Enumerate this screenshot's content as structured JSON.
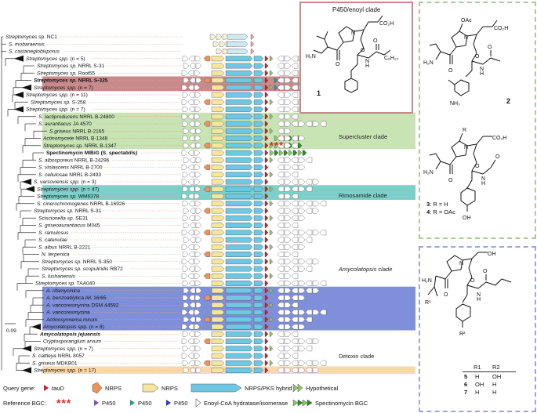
{
  "tree": {
    "scale_label": "0.09",
    "leaves": [
      {
        "label": "Streptomyces sp. NC1",
        "it": [
          0,
          14
        ],
        "bold": false,
        "row": "pale"
      },
      {
        "label": "S. mobaraensis",
        "it": [
          0,
          14
        ],
        "bold": false,
        "row": "pale"
      },
      {
        "label": "S. castaneglobisporus",
        "it": [
          0,
          21
        ],
        "bold": false,
        "row": "pale"
      },
      {
        "label": "Streptomyces spp. (n = 5)",
        "it": [
          0,
          16
        ],
        "bold": false,
        "row": "full",
        "tri": true
      },
      {
        "label": "Streptomyces sp. NRRL S-31",
        "it": [
          0,
          16
        ],
        "bold": false,
        "row": "full"
      },
      {
        "label": "Streptomyces sp. Root55",
        "it": [
          0,
          16
        ],
        "bold": false,
        "row": "full"
      },
      {
        "label": "Streptomyces sp. NRRL S-325",
        "it": [
          0,
          16
        ],
        "bold": true,
        "row": "full"
      },
      {
        "label": "Streptomyces spp. (n = 7)",
        "it": [
          0,
          16
        ],
        "bold": false,
        "row": "full",
        "tri": true
      },
      {
        "label": "Streptomyces spp. (n = 11)",
        "it": [
          0,
          16
        ],
        "bold": false,
        "row": "full",
        "tri": true
      },
      {
        "label": "Streptomyces sp. S-258",
        "it": [
          0,
          16
        ],
        "bold": false,
        "row": "full"
      },
      {
        "label": "Streptomyces spp. (n = 7)",
        "it": [
          0,
          16
        ],
        "bold": false,
        "row": "full",
        "tri": true
      },
      {
        "label": "S. lactiproducens NRRL B-24800",
        "it": [
          0,
          16
        ],
        "bold": false,
        "row": "full"
      },
      {
        "label": "S. aurantiacus JA 4570",
        "it": [
          0,
          15
        ],
        "bold": false,
        "row": "full"
      },
      {
        "label": "S.griseus NRRL B-2165",
        "it": [
          0,
          9
        ],
        "bold": false,
        "row": "half"
      },
      {
        "label": "Actinomycete NRRL B-1348",
        "it": [
          0,
          13
        ],
        "bold": false,
        "row": "full"
      },
      {
        "label": "Streptomyces sp. NRRL B-1347",
        "it": [
          0,
          16
        ],
        "bold": false,
        "row": "full"
      },
      {
        "label": "Spectinomycin MIBiG (S. spectabilis)",
        "it": [
          22,
          37
        ],
        "bold": true,
        "row": "spec"
      },
      {
        "label": "S. albosporeus NRRL B-24296",
        "it": [
          0,
          13
        ],
        "bold": false,
        "row": "full"
      },
      {
        "label": "S. violascens NRRL B-2700",
        "it": [
          0,
          13
        ],
        "bold": false,
        "row": "full"
      },
      {
        "label": "S. cellulosae NRRL B-2493",
        "it": [
          0,
          12
        ],
        "bold": false,
        "row": "full"
      },
      {
        "label": "S. varsoviensis spp. (n = 3)",
        "it": [
          0,
          20
        ],
        "bold": false,
        "row": "full",
        "tri": true
      },
      {
        "label": "Streptomyces spp. (n = 47)",
        "it": [
          0,
          16
        ],
        "bold": false,
        "row": "full",
        "tri": true
      },
      {
        "label": "Streptomyces sp. WM6378",
        "it": [
          0,
          16
        ],
        "bold": false,
        "row": "full"
      },
      {
        "label": "S. cinerochromogenes NRRL B-16926",
        "it": [
          0,
          20
        ],
        "bold": false,
        "row": "full"
      },
      {
        "label": "Streptomyces sp. NRRL S-31",
        "it": [
          0,
          16
        ],
        "bold": false,
        "row": "full"
      },
      {
        "label": "Sciscionella sp. SE31",
        "it": [
          0,
          15
        ],
        "bold": false,
        "row": "full"
      },
      {
        "label": "S. griseoaurantiacus M045",
        "it": [
          0,
          21
        ],
        "bold": false,
        "row": "full"
      },
      {
        "label": "S. ramulosus",
        "it": [
          0,
          12
        ],
        "bold": false,
        "row": "full"
      },
      {
        "label": "S. catenulae",
        "it": [
          0,
          12
        ],
        "bold": false,
        "row": "full"
      },
      {
        "label": "S. albus NRRL B-2221",
        "it": [
          0,
          8
        ],
        "bold": false,
        "row": "full"
      },
      {
        "label": "N. terpenica",
        "it": [
          0,
          12
        ],
        "bold": false,
        "row": "full"
      },
      {
        "label": "Streptomyces sp. NRRL S-350",
        "it": [
          0,
          16
        ],
        "bold": false,
        "row": "full"
      },
      {
        "label": "Streptomyces sp. scopuliridis RB72",
        "it": [
          0,
          29
        ],
        "bold": false,
        "row": "full"
      },
      {
        "label": "S. lushanensis",
        "it": [
          0,
          14
        ],
        "bold": false,
        "row": "full"
      },
      {
        "label": "Streptomyces sp. TAA040",
        "it": [
          0,
          16
        ],
        "bold": false,
        "row": "full"
      },
      {
        "label": "A. rifamycinica",
        "it": [
          0,
          15
        ],
        "bold": false,
        "row": "full"
      },
      {
        "label": "A. benzoatilytica AK 16/65",
        "it": [
          0,
          16
        ],
        "bold": false,
        "row": "full"
      },
      {
        "label": "A. vancoresmycina DSM 44592",
        "it": [
          0,
          16
        ],
        "bold": false,
        "row": "full"
      },
      {
        "label": "A. vancoresmycina",
        "it": [
          0,
          16
        ],
        "bold": false,
        "row": "full"
      },
      {
        "label": "Actinosynnema mirum",
        "it": [
          0,
          19
        ],
        "bold": false,
        "row": "full"
      },
      {
        "label": "Amycolatopsis spp. (n = 8)",
        "it": [
          0,
          16
        ],
        "bold": false,
        "row": "full",
        "tri": true
      },
      {
        "label": "Amycolatopsis jejuensis",
        "it": [
          0,
          23
        ],
        "bold": true,
        "row": "full"
      },
      {
        "label": "Cryptosporangium arvum",
        "it": [
          0,
          22
        ],
        "bold": false,
        "row": "full"
      },
      {
        "label": "Streptomyces spp. (n = 7)",
        "it": [
          0,
          16
        ],
        "bold": false,
        "row": "full",
        "tri": true
      },
      {
        "label": "S. cattleya NRRL 8057",
        "it": [
          0,
          11
        ],
        "bold": false,
        "row": "full"
      },
      {
        "label": "S. griseus MDKB01",
        "it": [
          0,
          10
        ],
        "bold": false,
        "row": "full"
      },
      {
        "label": "Streptomyces spp. (n = 17)",
        "it": [
          0,
          16
        ],
        "bold": false,
        "row": "full",
        "tri": true
      }
    ]
  },
  "clades": {
    "supercluster": "Supercluster clade",
    "rimosamide": "Rimosamide clade",
    "amycolatopsis": "Amycolatopsis clade",
    "detoxin": "Detoxin clade"
  },
  "panel1": {
    "title": "P450/enoyl clade",
    "compound": "1"
  },
  "panel2": {
    "compound": "2"
  },
  "panel2b": {
    "compounds": "3: R = H\n4: R = OAc",
    "c3": "3",
    "r3": ": R = H",
    "c4": "4",
    "r4": ": R = OAc"
  },
  "panel3": {
    "headers": [
      "R1",
      "R2"
    ],
    "rows": [
      [
        "5",
        "H",
        "OH"
      ],
      [
        "6",
        "OH",
        "H"
      ],
      [
        "7",
        "H",
        "H"
      ]
    ]
  },
  "legend": {
    "query_gene": "Query gene:",
    "taud": "tauD",
    "nrps1": "NRPS",
    "nrps2": "NRPS",
    "nrps_pks": "NRPS/PKS hybrid",
    "hypothetical": "Hypothetical",
    "reference_bgc": "Reference BGC:",
    "stars": "***",
    "p450_1": "P450",
    "p450_2": "P450",
    "p450_3": "P450",
    "enoyl": "Enoyl-CoA hydratase/isomerase",
    "spectinomycin": "Spectinomycin BGC"
  },
  "colors": {
    "red_clade": "#c98a8c",
    "supercluster": "#c8e3b4",
    "rimosamide": "#7cd0c9",
    "amycolatopsis": "#7f8fd9",
    "detoxin": "#f7d9ae",
    "nrps_pks": "#6ec8e3",
    "nrps": "#f6e59d",
    "nrps_orange": "#e8945a",
    "taud": "#c0262c",
    "hypothetical": "#8cc66a",
    "p450_purple": "#7a55b0",
    "p450_teal": "#2a9a8f",
    "p450_navy": "#3a3aa0"
  }
}
